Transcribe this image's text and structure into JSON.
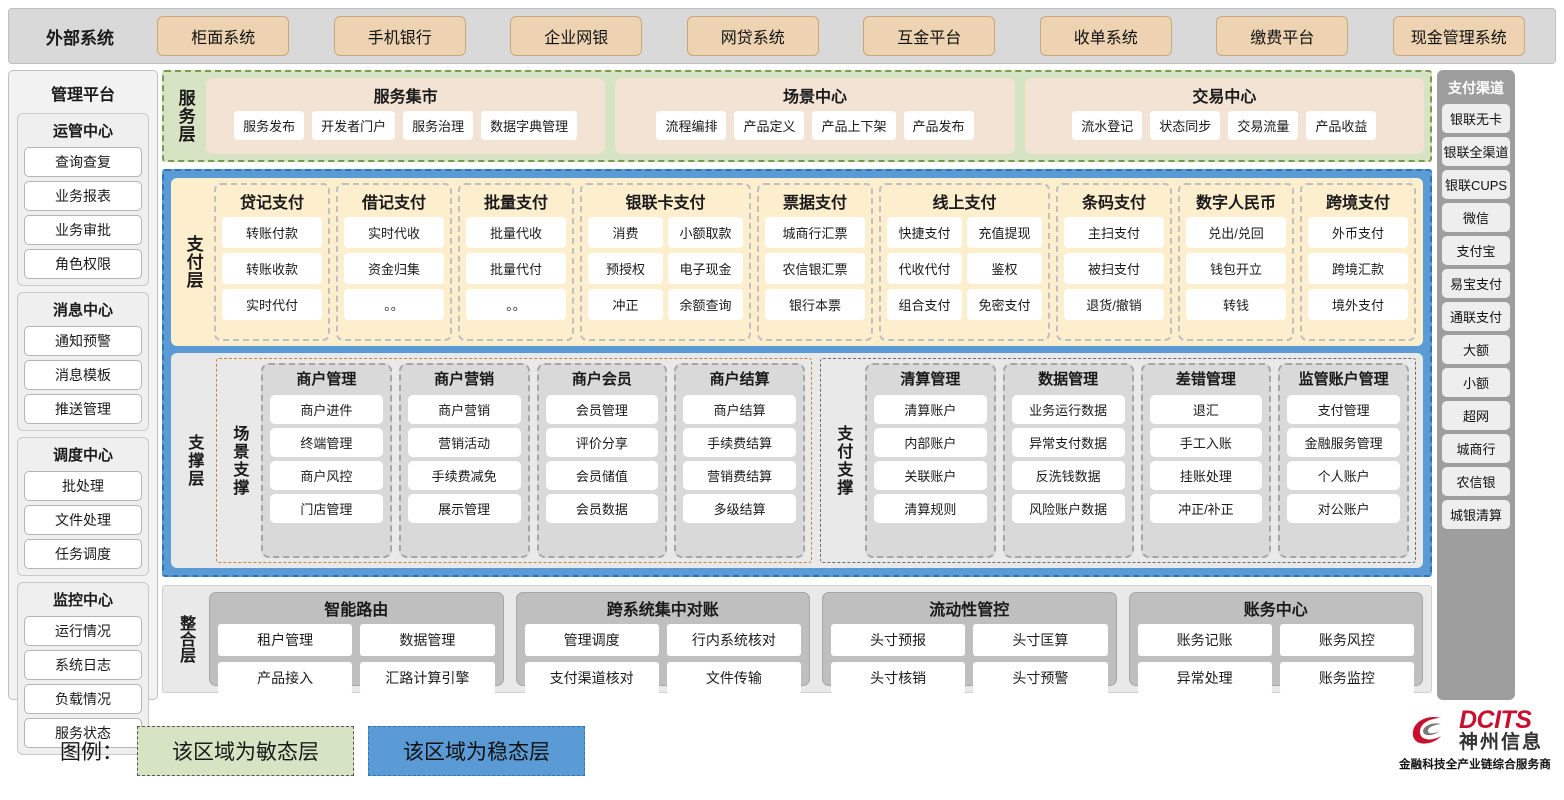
{
  "external": {
    "title": "外部系统",
    "items": [
      "柜面系统",
      "手机银行",
      "企业网银",
      "网贷系统",
      "互金平台",
      "收单系统",
      "缴费平台",
      "现金管理系统"
    ]
  },
  "left_panel": {
    "title": "管理平台",
    "groups": [
      {
        "title": "运管中心",
        "items": [
          "查询查复",
          "业务报表",
          "业务审批",
          "角色权限"
        ]
      },
      {
        "title": "消息中心",
        "items": [
          "通知预警",
          "消息模板",
          "推送管理"
        ]
      },
      {
        "title": "调度中心",
        "items": [
          "批处理",
          "文件处理",
          "任务调度"
        ]
      },
      {
        "title": "监控中心",
        "items": [
          "运行情况",
          "系统日志",
          "负载情况",
          "服务状态"
        ]
      }
    ]
  },
  "right_panel": {
    "title": "支付渠道",
    "items": [
      "银联无卡",
      "银联全渠道",
      "银联CUPS",
      "微信",
      "支付宝",
      "易宝支付",
      "通联支付",
      "大额",
      "小额",
      "超网",
      "城商行",
      "农信银",
      "城银清算"
    ]
  },
  "service_layer": {
    "label": "服务层",
    "cards": [
      {
        "title": "服务集市",
        "items": [
          "服务发布",
          "开发者门户",
          "服务治理",
          "数据字典管理"
        ]
      },
      {
        "title": "场景中心",
        "items": [
          "流程编排",
          "产品定义",
          "产品上下架",
          "产品发布"
        ]
      },
      {
        "title": "交易中心",
        "items": [
          "流水登记",
          "状态同步",
          "交易流量",
          "产品收益"
        ]
      }
    ]
  },
  "payment_layer": {
    "label": "支付层",
    "groups": [
      {
        "title": "贷记支付",
        "cols": 1,
        "items": [
          "转账付款",
          "转账收款",
          "实时代付"
        ]
      },
      {
        "title": "借记支付",
        "cols": 1,
        "items": [
          "实时代收",
          "资金归集",
          "。。"
        ]
      },
      {
        "title": "批量支付",
        "cols": 1,
        "items": [
          "批量代收",
          "批量代付",
          "。。"
        ]
      },
      {
        "title": "银联卡支付",
        "cols": 2,
        "items": [
          "消费",
          "小额取款",
          "预授权",
          "电子现金",
          "冲正",
          "余额查询"
        ]
      },
      {
        "title": "票据支付",
        "cols": 1,
        "items": [
          "城商行汇票",
          "农信银汇票",
          "银行本票"
        ]
      },
      {
        "title": "线上支付",
        "cols": 2,
        "items": [
          "快捷支付",
          "充值提现",
          "代收代付",
          "鉴权",
          "组合支付",
          "免密支付"
        ]
      },
      {
        "title": "条码支付",
        "cols": 1,
        "items": [
          "主扫支付",
          "被扫支付",
          "退货/撤销"
        ]
      },
      {
        "title": "数字人民币",
        "cols": 1,
        "items": [
          "兑出/兑回",
          "钱包开立",
          "转钱"
        ]
      },
      {
        "title": "跨境支付",
        "cols": 1,
        "items": [
          "外币支付",
          "跨境汇款",
          "境外支付"
        ]
      }
    ]
  },
  "support_layer": {
    "label": "支撑层",
    "blocks": [
      {
        "label": "场景支撑",
        "style": "orange",
        "groups": [
          {
            "title": "商户管理",
            "items": [
              "商户进件",
              "终端管理",
              "商户风控",
              "门店管理"
            ]
          },
          {
            "title": "商户营销",
            "items": [
              "商户营销",
              "营销活动",
              "手续费减免",
              "展示管理"
            ]
          },
          {
            "title": "商户会员",
            "items": [
              "会员管理",
              "评价分享",
              "会员储值",
              "会员数据"
            ]
          },
          {
            "title": "商户结算",
            "items": [
              "商户结算",
              "手续费结算",
              "营销费结算",
              "多级结算"
            ]
          }
        ]
      },
      {
        "label": "支付支撑",
        "style": "grey",
        "groups": [
          {
            "title": "清算管理",
            "items": [
              "清算账户",
              "内部账户",
              "关联账户",
              "清算规则"
            ]
          },
          {
            "title": "数据管理",
            "items": [
              "业务运行数据",
              "异常支付数据",
              "反洗钱数据",
              "风险账户数据"
            ]
          },
          {
            "title": "差错管理",
            "items": [
              "退汇",
              "手工入账",
              "挂账处理",
              "冲正/补正"
            ]
          },
          {
            "title": "监管账户管理",
            "items": [
              "支付管理",
              "金融服务管理",
              "个人账户",
              "对公账户"
            ]
          }
        ]
      }
    ]
  },
  "integration_layer": {
    "label": "整合层",
    "cards": [
      {
        "title": "智能路由",
        "items": [
          "租户管理",
          "数据管理",
          "产品接入",
          "汇路计算引擎"
        ]
      },
      {
        "title": "跨系统集中对账",
        "items": [
          "管理调度",
          "行内系统核对",
          "支付渠道核对",
          "文件传输"
        ]
      },
      {
        "title": "流动性管控",
        "items": [
          "头寸预报",
          "头寸匡算",
          "头寸核销",
          "头寸预警"
        ]
      },
      {
        "title": "账务中心",
        "items": [
          "账务记账",
          "账务风控",
          "异常处理",
          "账务监控"
        ]
      }
    ]
  },
  "legend": {
    "label": "图例：",
    "agile": "该区域为敏态层",
    "stable": "该区域为稳态层",
    "agile_color": "#d6e4c3",
    "stable_color": "#5b9bd5"
  },
  "logo": {
    "en": "DCITS",
    "cn": "神州信息",
    "tagline": "金融科技全产业链综合服务商",
    "brand_color": "#c8102e"
  }
}
